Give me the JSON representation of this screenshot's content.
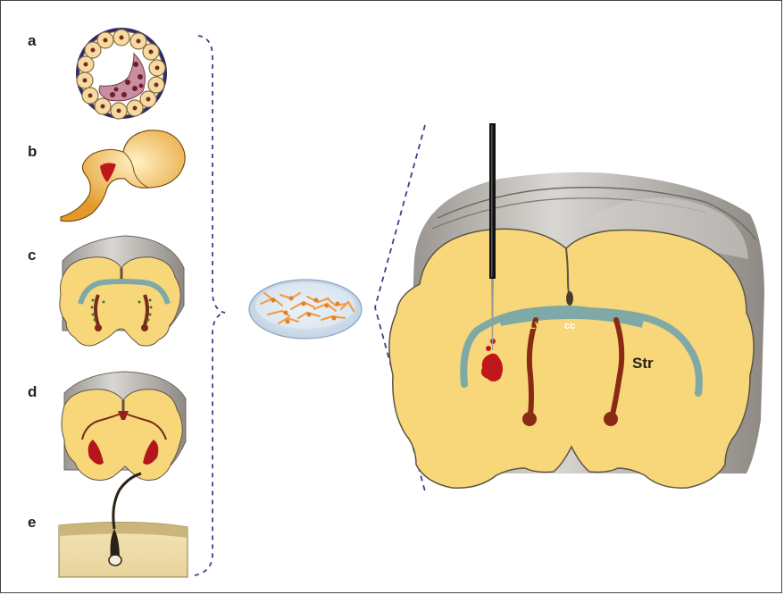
{
  "panels": [
    {
      "letter": "a"
    },
    {
      "letter": "b"
    },
    {
      "letter": "c"
    },
    {
      "letter": "d"
    },
    {
      "letter": "e"
    }
  ],
  "brain_labels": {
    "lv": "LV",
    "cc": "cc",
    "str": "Str"
  },
  "colors": {
    "tissue_yellow": "#f8d77a",
    "ventricle_teal": "#7ea9a6",
    "cortex_gray": "#dcdad6",
    "blood_red": "#b5151c",
    "dark_red": "#8a2a14",
    "dashed_purple": "#4a3a8a",
    "needle_black": "#111111",
    "culture_orange": "#f29a3a"
  }
}
